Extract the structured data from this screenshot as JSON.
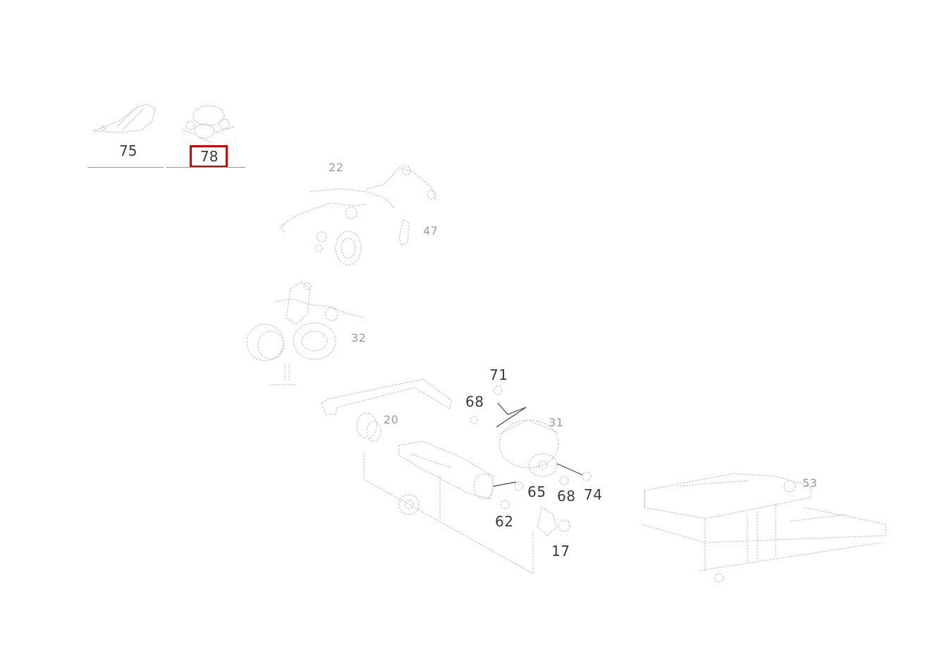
{
  "thumbnails": [
    {
      "id": "75",
      "label": "75",
      "selected": false,
      "icon": "hose-clamp-icon"
    },
    {
      "id": "78",
      "label": "78",
      "selected": true,
      "icon": "pump-assembly-icon"
    }
  ],
  "highlight_color": "#e00000",
  "part_labels": {
    "p17": "17",
    "p20": "20",
    "p22": "22",
    "p31": "31",
    "p32": "32",
    "p47": "47",
    "p53": "53",
    "p62": "62",
    "p65": "65",
    "p68a": "68",
    "p68b": "68",
    "p71": "71",
    "p74": "74"
  }
}
